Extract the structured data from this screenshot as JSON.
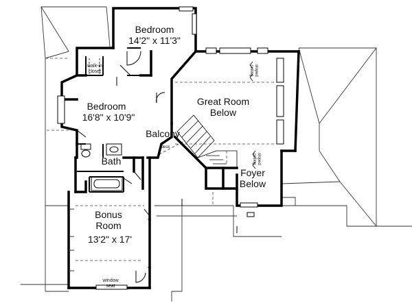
{
  "rooms": {
    "bedroom_top": {
      "name": "Bedroom",
      "size": "14'2\" x 11'3\""
    },
    "bedroom_left": {
      "name": "Bedroom",
      "size": "16'8\" x 10'9\""
    },
    "great_room": {
      "name": "Great Room",
      "below": "Below"
    },
    "balcony": {
      "name": "Balcony"
    },
    "bath": {
      "name": "Bath"
    },
    "foyer": {
      "name": "Foyer",
      "below": "Below"
    },
    "bonus_room": {
      "name": "Bonus",
      "name2": "Room",
      "size": "13'2\" x 17'"
    }
  },
  "small_labels": {
    "walk_in_1": "walk-in",
    "walk_in_2": "closet",
    "desk": "desk",
    "sloped_1": "sloped",
    "sloped_2": "ceiling",
    "window_1": "window",
    "window_2": "seat"
  },
  "colors": {
    "wall": "#000000",
    "roof_line": "#333333",
    "background": "#ffffff"
  }
}
